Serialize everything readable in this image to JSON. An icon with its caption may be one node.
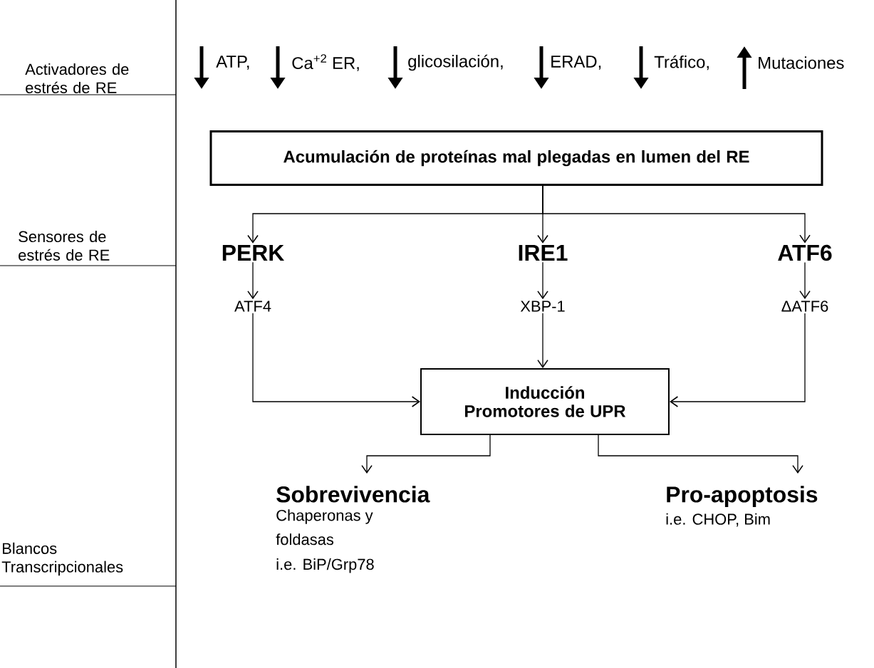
{
  "diagram": {
    "nodes": [
      {
        "text": [
          "Acumulación de proteínas mal plegadas en lumen del RE"
        ]
      },
      {
        "text": [
          "PERK"
        ]
      },
      {
        "text": [
          "IRE1"
        ]
      },
      {
        "text": [
          "ATF6"
        ]
      },
      {
        "text": [
          "ATF4"
        ]
      },
      {
        "text": [
          "XBP-1"
        ]
      },
      {
        "text": [
          "ΔATF6"
        ]
      },
      {
        "text": [
          "Inducción Promotores de UPR"
        ]
      },
      {
        "text": [
          "Sobrevivencia",
          "Chaperonas y foldasas",
          "i.e. BiP/Grp78"
        ]
      },
      {
        "text": [
          "Pro-apoptosis",
          "i.e. CHOP, Bim"
        ]
      }
    ],
    "edges": [
      {
        "from": 0,
        "to": 1,
        "arrow": "to"
      },
      {
        "from": 0,
        "to": 2,
        "arrow": "to"
      },
      {
        "from": 0,
        "to": 3,
        "arrow": "to"
      },
      {
        "from": 1,
        "to": 4,
        "arrow": "to"
      },
      {
        "from": 2,
        "to": 5,
        "arrow": "to"
      },
      {
        "from": 3,
        "to": 6,
        "arrow": "to"
      },
      {
        "from": 4,
        "to": 7,
        "arrow": "to"
      },
      {
        "from": 5,
        "to": 7,
        "arrow": "to"
      },
      {
        "from": 6,
        "to": 7,
        "arrow": "to"
      },
      {
        "from": 7,
        "to": 8,
        "arrow": "to"
      },
      {
        "from": 7,
        "to": 9,
        "arrow": "to"
      }
    ],
    "labels": [
      "Activadores de estrés de RE",
      "ATP,",
      "Ca$^{+2}$ ER,",
      "glicosilación,",
      "ERAD,",
      "Tráfico,",
      "Mutaciones",
      "Sensores de estrés de RE",
      "Blancos Transcripcionales"
    ]
  }
}
